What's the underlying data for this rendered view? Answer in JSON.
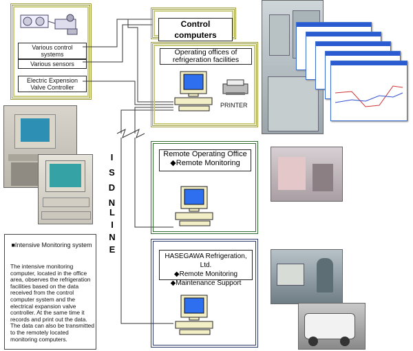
{
  "sensor_panel": {
    "control_systems": "Various control systems",
    "sensors": "Various sensors",
    "valve_controller": "Electric Expension Valve Controller"
  },
  "control_computers": "Control computers",
  "operating_offices": {
    "title": "Operating offices of refrigeration facilities",
    "printer": "PRINTER"
  },
  "remote_office": {
    "title": "Remote Operating Office",
    "item": "◆Remote Monitoring"
  },
  "hasegawa": {
    "title": "HASEGAWA Refrigeration, Ltd.",
    "item1": "◆Remote Monitoring",
    "item2": "◆Maintenance Support"
  },
  "isdn_letters": [
    "I",
    "S",
    "D",
    "N"
  ],
  "line_letters": [
    "L",
    "I",
    "N",
    "E"
  ],
  "intensive": {
    "title": "■Intensive Monitoring system",
    "body": "The intensive monitoring computer, located in the office area, observes the refrigeration facilities based on the data received from the control computer system and the electrical expansion valve controller. At the same time it records and print out the data. The data can also be transmitted to the remotely located monitoring computers."
  }
}
